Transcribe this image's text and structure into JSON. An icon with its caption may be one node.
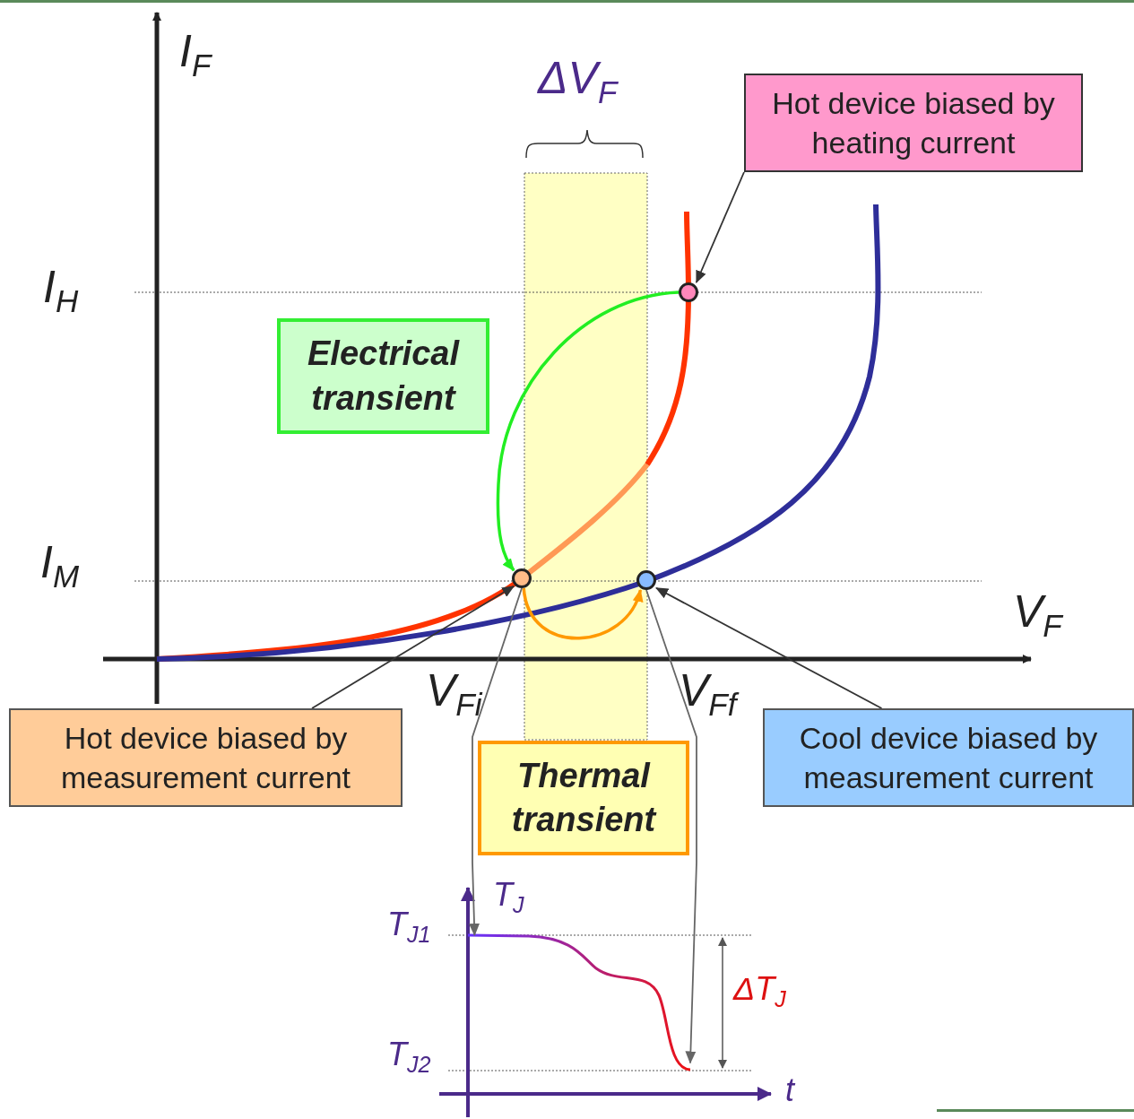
{
  "diagram": {
    "nodes": [
      {
        "text": [
          "Hot device biased by heating current"
        ]
      },
      {
        "text": [
          "Electrical transient"
        ]
      },
      {
        "text": [
          "Hot device biased by measurement current"
        ]
      },
      {
        "text": [
          "Thermal transient"
        ]
      },
      {
        "text": [
          "Cool device biased by measurement current"
        ]
      },
      {
        "text": [],
        "shape": "circle"
      },
      {
        "text": [],
        "shape": "circle"
      },
      {
        "text": [],
        "shape": "circle"
      },
      {
        "text": [],
        "shape": "curve"
      }
    ],
    "edges": [
      {
        "from": 0,
        "to": 5,
        "arrow": "to"
      },
      {
        "from": 5,
        "to": 6,
        "arrow": "to",
        "color": "#22ee22"
      },
      {
        "from": 6,
        "to": 7,
        "arrow": "to",
        "color": "#ff9900"
      },
      {
        "from": 2,
        "to": 6,
        "arrow": "to"
      },
      {
        "from": 4,
        "to": 7,
        "arrow": "to"
      },
      {
        "from": 6,
        "to": 8,
        "arrow": "to",
        "color": "#666666"
      },
      {
        "from": 7,
        "to": 8,
        "arrow": "to",
        "color": "#666666"
      }
    ],
    "labels": [
      "I$_{F}$",
      "ΔV$_{F}$",
      "I$_{H}$",
      "I$_{M}$",
      "V$_{F}$",
      "V$_{Fi}$",
      "V$_{Ff}$",
      "T$_{J}$",
      "T$_{J1}$",
      "ΔT$_{J}$",
      "T$_{J2}$",
      "t"
    ]
  }
}
